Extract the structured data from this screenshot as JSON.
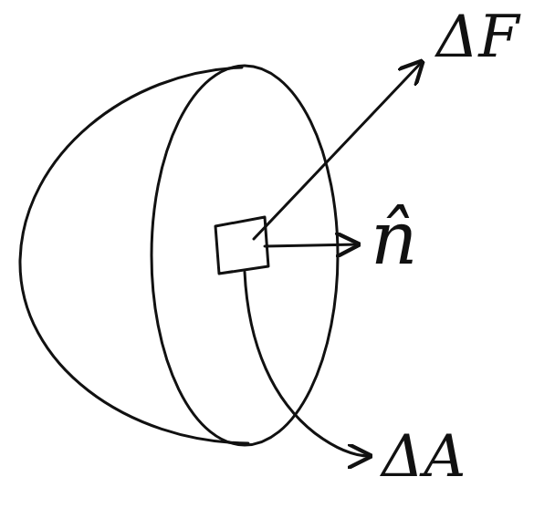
{
  "diagram": {
    "labels": [
      "ΔF",
      "n̂",
      "ΔA"
    ]
  }
}
